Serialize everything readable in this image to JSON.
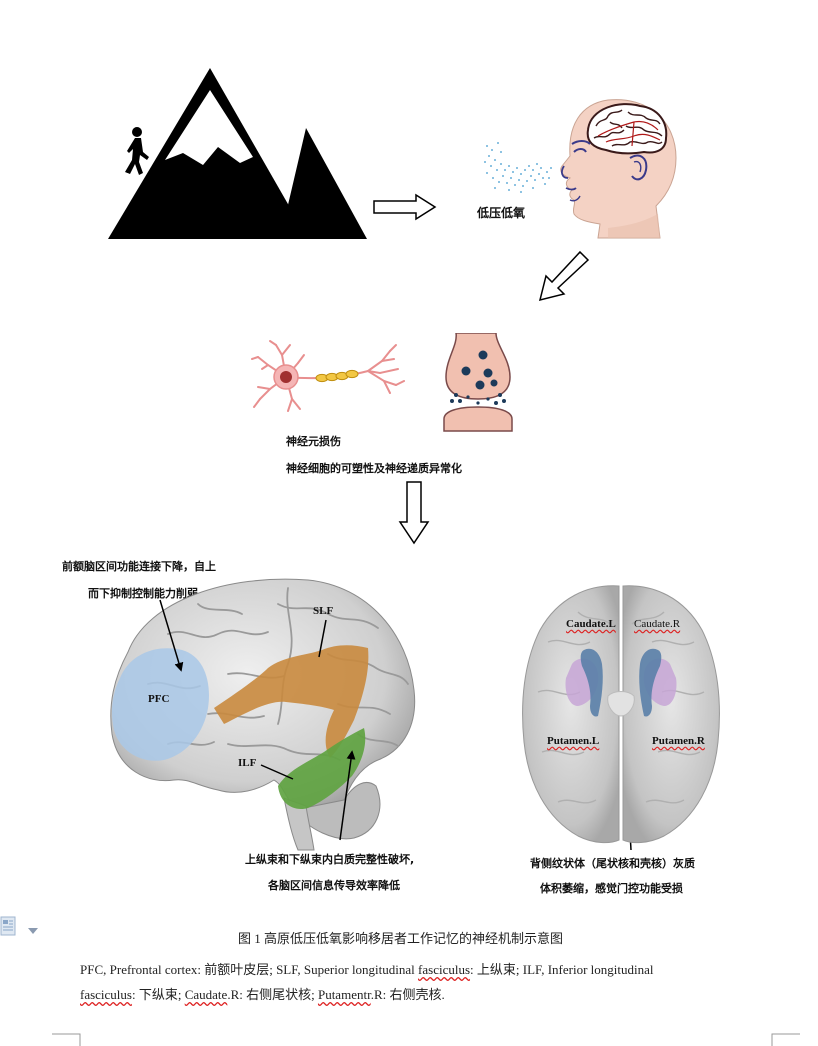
{
  "figure": {
    "hypoxia_label": "低压低氧",
    "neuron_damage": "神经元损伤",
    "plasticity": "神经细胞的可塑性及神经递质异常化",
    "pfc_annotation": [
      "前额脑区间功能连接下降，自上",
      "而下抑制控制能力削弱"
    ],
    "brain_labels": {
      "slf": "SLF",
      "pfc": "PFC",
      "ilf": "ILF"
    },
    "tract_annotation": [
      "上纵束和下纵束内白质完整性破坏,",
      "各脑区间信息传导效率降低"
    ],
    "striatum_labels": {
      "caudate_l": "Caudate.L",
      "caudate_r": "Caudate.R",
      "putamen_l": "Putamen.L",
      "putamen_r": "Putamen.R"
    },
    "striatum_annotation": [
      "背侧纹状体（尾状核和壳核）灰质",
      "体积萎缩，感觉门控功能受损"
    ]
  },
  "caption": "图 1 高原低压低氧影响移居者工作记忆的神经机制示意图",
  "legend": {
    "line1": {
      "a": "PFC, Prefrontal cortex: 前额叶皮层; SLF, Superior longitudinal ",
      "b": "fasciculus",
      "c": ": 上纵束; ILF, Inferior longitudinal"
    },
    "line2": {
      "a": "fasciculus",
      "b": ": 下纵束; ",
      "c": "Caudate",
      "d": ".R: 右侧尾状核; ",
      "e": "Putamentr",
      "f": ".R: 右侧壳核."
    }
  },
  "colors": {
    "pfc": "#a9c8e8",
    "slf": "#c98a3e",
    "ilf": "#5fa341",
    "caudate": "#5a7fa8",
    "putamen": "#c7a6d6"
  }
}
